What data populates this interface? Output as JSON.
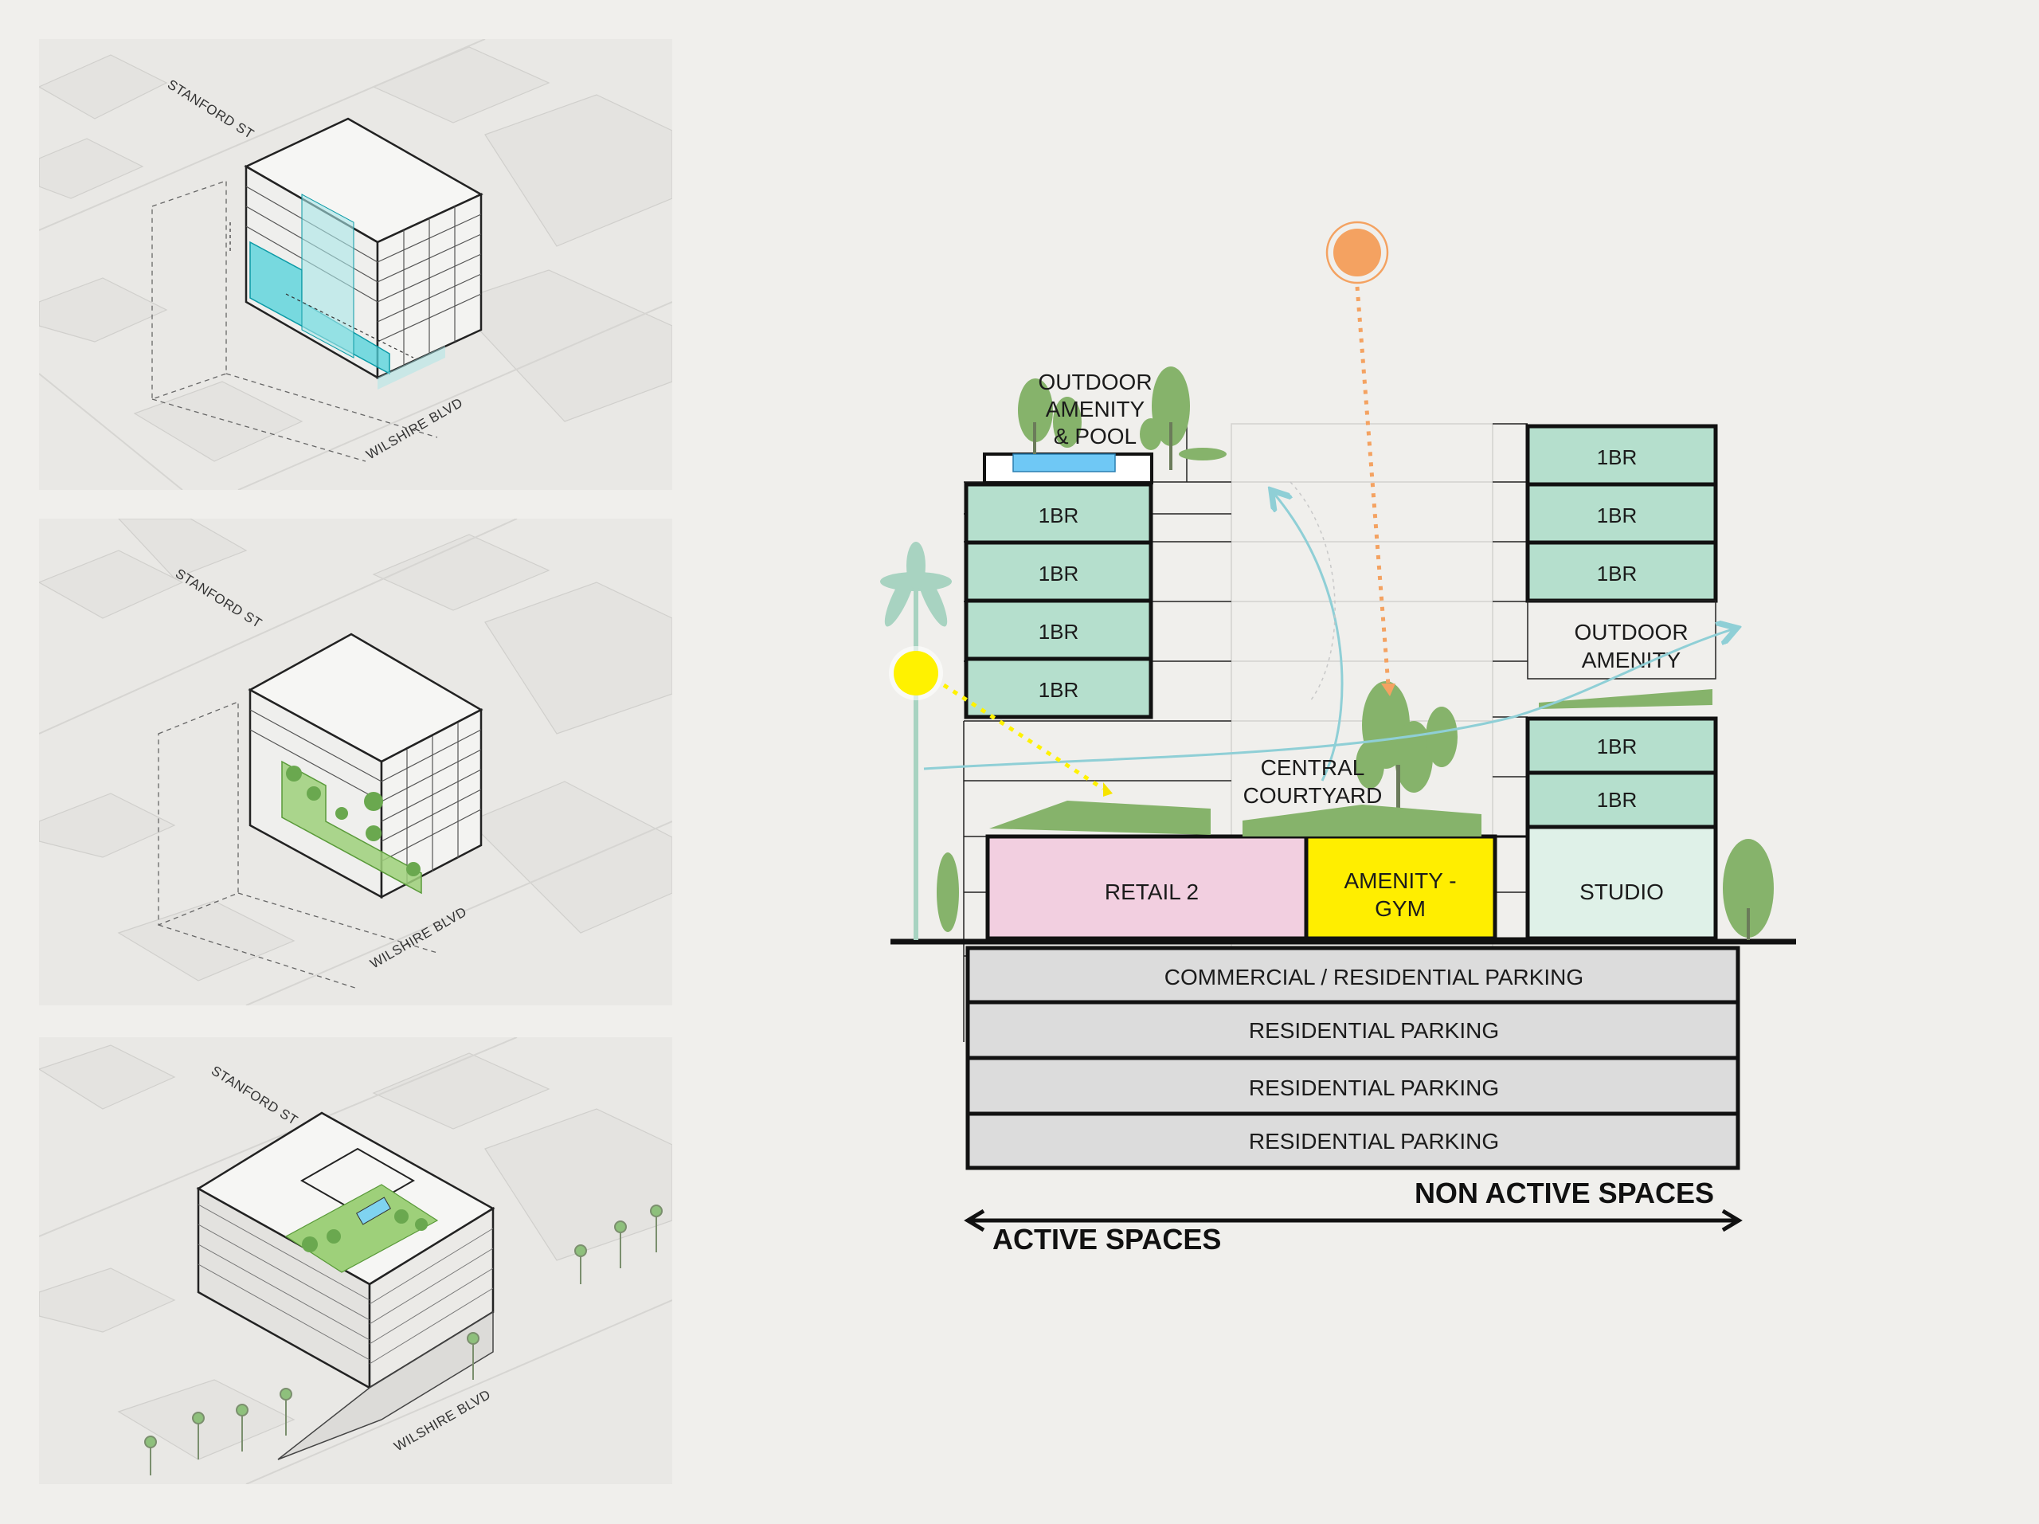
{
  "iso_views": [
    {
      "street_top": "STANFORD ST",
      "street_bottom": "WILSHIRE BLVD"
    },
    {
      "street_top": "STANFORD ST",
      "street_bottom": "WILSHIRE BLVD"
    },
    {
      "street_top": "STANFORD ST",
      "street_bottom": "WILSHIRE BLVD"
    }
  ],
  "section": {
    "roof_amenity": [
      "OUTDOOR",
      "AMENITY",
      "& POOL"
    ],
    "left_units": [
      "1BR",
      "1BR",
      "1BR",
      "1BR"
    ],
    "right_units_upper": [
      "1BR",
      "1BR",
      "1BR"
    ],
    "right_amenity": [
      "OUTDOOR",
      "AMENITY"
    ],
    "right_units_lower": [
      "1BR",
      "1BR"
    ],
    "courtyard": [
      "CENTRAL",
      "COURTYARD"
    ],
    "ground": {
      "retail": "RETAIL 2",
      "gym": [
        "AMENITY -",
        "GYM"
      ],
      "studio": "STUDIO"
    },
    "parking": [
      "COMMERCIAL / RESIDENTIAL PARKING",
      "RESIDENTIAL PARKING",
      "RESIDENTIAL PARKING",
      "RESIDENTIAL PARKING"
    ],
    "axis": {
      "right_label": "NON ACTIVE SPACES",
      "left_label": "ACTIVE SPACES"
    }
  },
  "colors": {
    "unit_green": "#b5dfcd",
    "studio_green": "#dff1e8",
    "retail_pink": "#f2cfe0",
    "gym_yellow": "#ffee00",
    "parking_grey": "#dcdcdc",
    "wind_cyan": "#8fcfd6",
    "sun_yellow": "#fff200",
    "sun_orange": "#f4a261",
    "tree_green": "#86b36b",
    "courtyard_teal": "#4fd1d9"
  },
  "icons": [
    "sun-icon",
    "palm-tree-icon",
    "tree-icon",
    "pool-icon",
    "double-arrow-icon"
  ]
}
